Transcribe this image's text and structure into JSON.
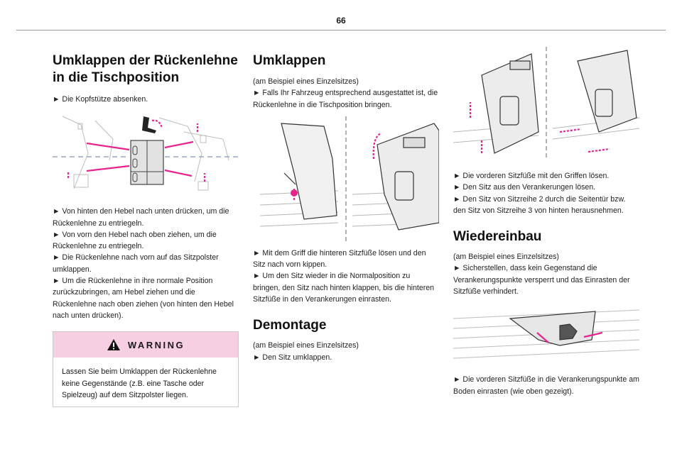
{
  "page": {
    "number": "66"
  },
  "col1": {
    "title": "Umklappen der Rückenlehne in die Tischposition",
    "intro": "► Die Kopfstütze absenken.",
    "steps": [
      "► Von hinten den Hebel nach unten drücken, um die Rückenlehne zu entriegeln.",
      "► Von vorn den Hebel nach oben ziehen, um die Rückenlehne zu entriegeln.",
      "► Die Rückenlehne nach vorn auf das Sitzpolster umklappen.",
      "► Um die Rückenlehne in ihre normale Position zurückzubringen, am Hebel ziehen und die Rückenlehne nach oben ziehen (von hinten den Hebel nach unten drücken)."
    ],
    "warning": {
      "title": "WARNING",
      "text": "Lassen Sie beim Umklappen der Rückenlehne keine Gegenstände (z.B. eine Tasche oder Spielzeug) auf dem Sitzpolster liegen.",
      "icon": "warning-triangle-icon"
    }
  },
  "col2": {
    "title": "Umklappen",
    "lines": [
      "(am Beispiel eines Einzelsitzes)",
      "► Falls Ihr Fahrzeug entsprechend ausgestattet ist, die Rückenlehne in die Tischposition bringen."
    ],
    "steps": [
      "► Mit dem Griff die hinteren Sitzfüße lösen und den Sitz nach vorn kippen.",
      "► Um den Sitz wieder in die Normalposition zu bringen, den Sitz nach hinten klappen, bis die hinteren Sitzfüße in den Verankerungen einrasten."
    ],
    "demontage": {
      "title": "Demontage",
      "lines": [
        "(am Beispiel eines Einzelsitzes)",
        "► Den Sitz umklappen."
      ]
    }
  },
  "col3": {
    "steps": [
      "► Die vorderen Sitzfüße mit den Griffen lösen.",
      "► Den Sitz aus den Verankerungen lösen.",
      "► Den Sitz von Sitzreihe 2 durch die Seitentür bzw. den Sitz von Sitzreihe 3 von hinten herausnehmen."
    ],
    "wiedereinbau": {
      "title": "Wiedereinbau",
      "lines": [
        "(am Beispiel eines Einzelsitzes)",
        "► Sicherstellen, dass kein Gegenstand die Verankerungspunkte versperrt und das Einrasten der Sitzfüße verhindert."
      ],
      "steps": [
        "► Die vorderen Sitzfüße in die Verankerungspunkte am Boden einrasten (wie oben gezeigt)."
      ]
    }
  },
  "colors": {
    "accent": "#e8238c",
    "warning_bg": "#f7cfe3",
    "rule": "#999999"
  }
}
